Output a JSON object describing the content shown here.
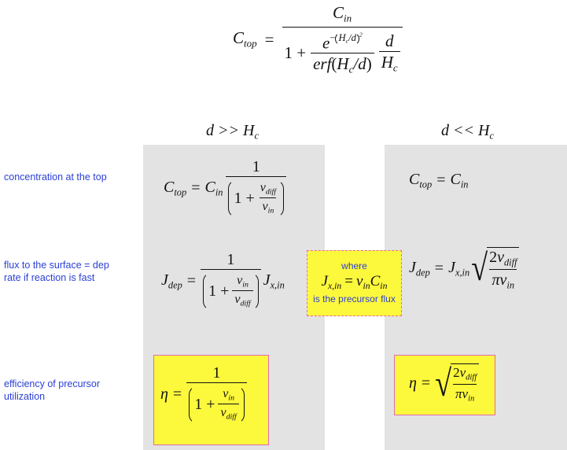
{
  "top_equation": {
    "lhs": "C",
    "lhs_sub": "top",
    "num": "C",
    "num_sub": "in",
    "one_plus": "1 +",
    "e": "e",
    "exp_minus": "−",
    "hc": "H",
    "hc_sub": "c",
    "d": "d",
    "sq": "2",
    "erf": "erf",
    "hc_over_d": "H",
    "slash_d": "/d"
  },
  "columns": {
    "left_header": "d >> H",
    "left_header_sub": "c",
    "right_header": "d << H",
    "right_header_sub": "c"
  },
  "row_labels": {
    "concentration": "concentration at the top",
    "flux": "flux to the surface = dep rate if reaction is fast",
    "efficiency": "efficiency of precursor utilization"
  },
  "note": {
    "where": "where",
    "caption": "is the precursor flux"
  },
  "symbols": {
    "C": "C",
    "top": "top",
    "in": "in",
    "J": "J",
    "dep": "dep",
    "xin": "x,in",
    "v": "v",
    "diff": "diff",
    "eta": "η",
    "one": "1",
    "one_plus": "1 +",
    "two": "2",
    "pi": "π"
  }
}
